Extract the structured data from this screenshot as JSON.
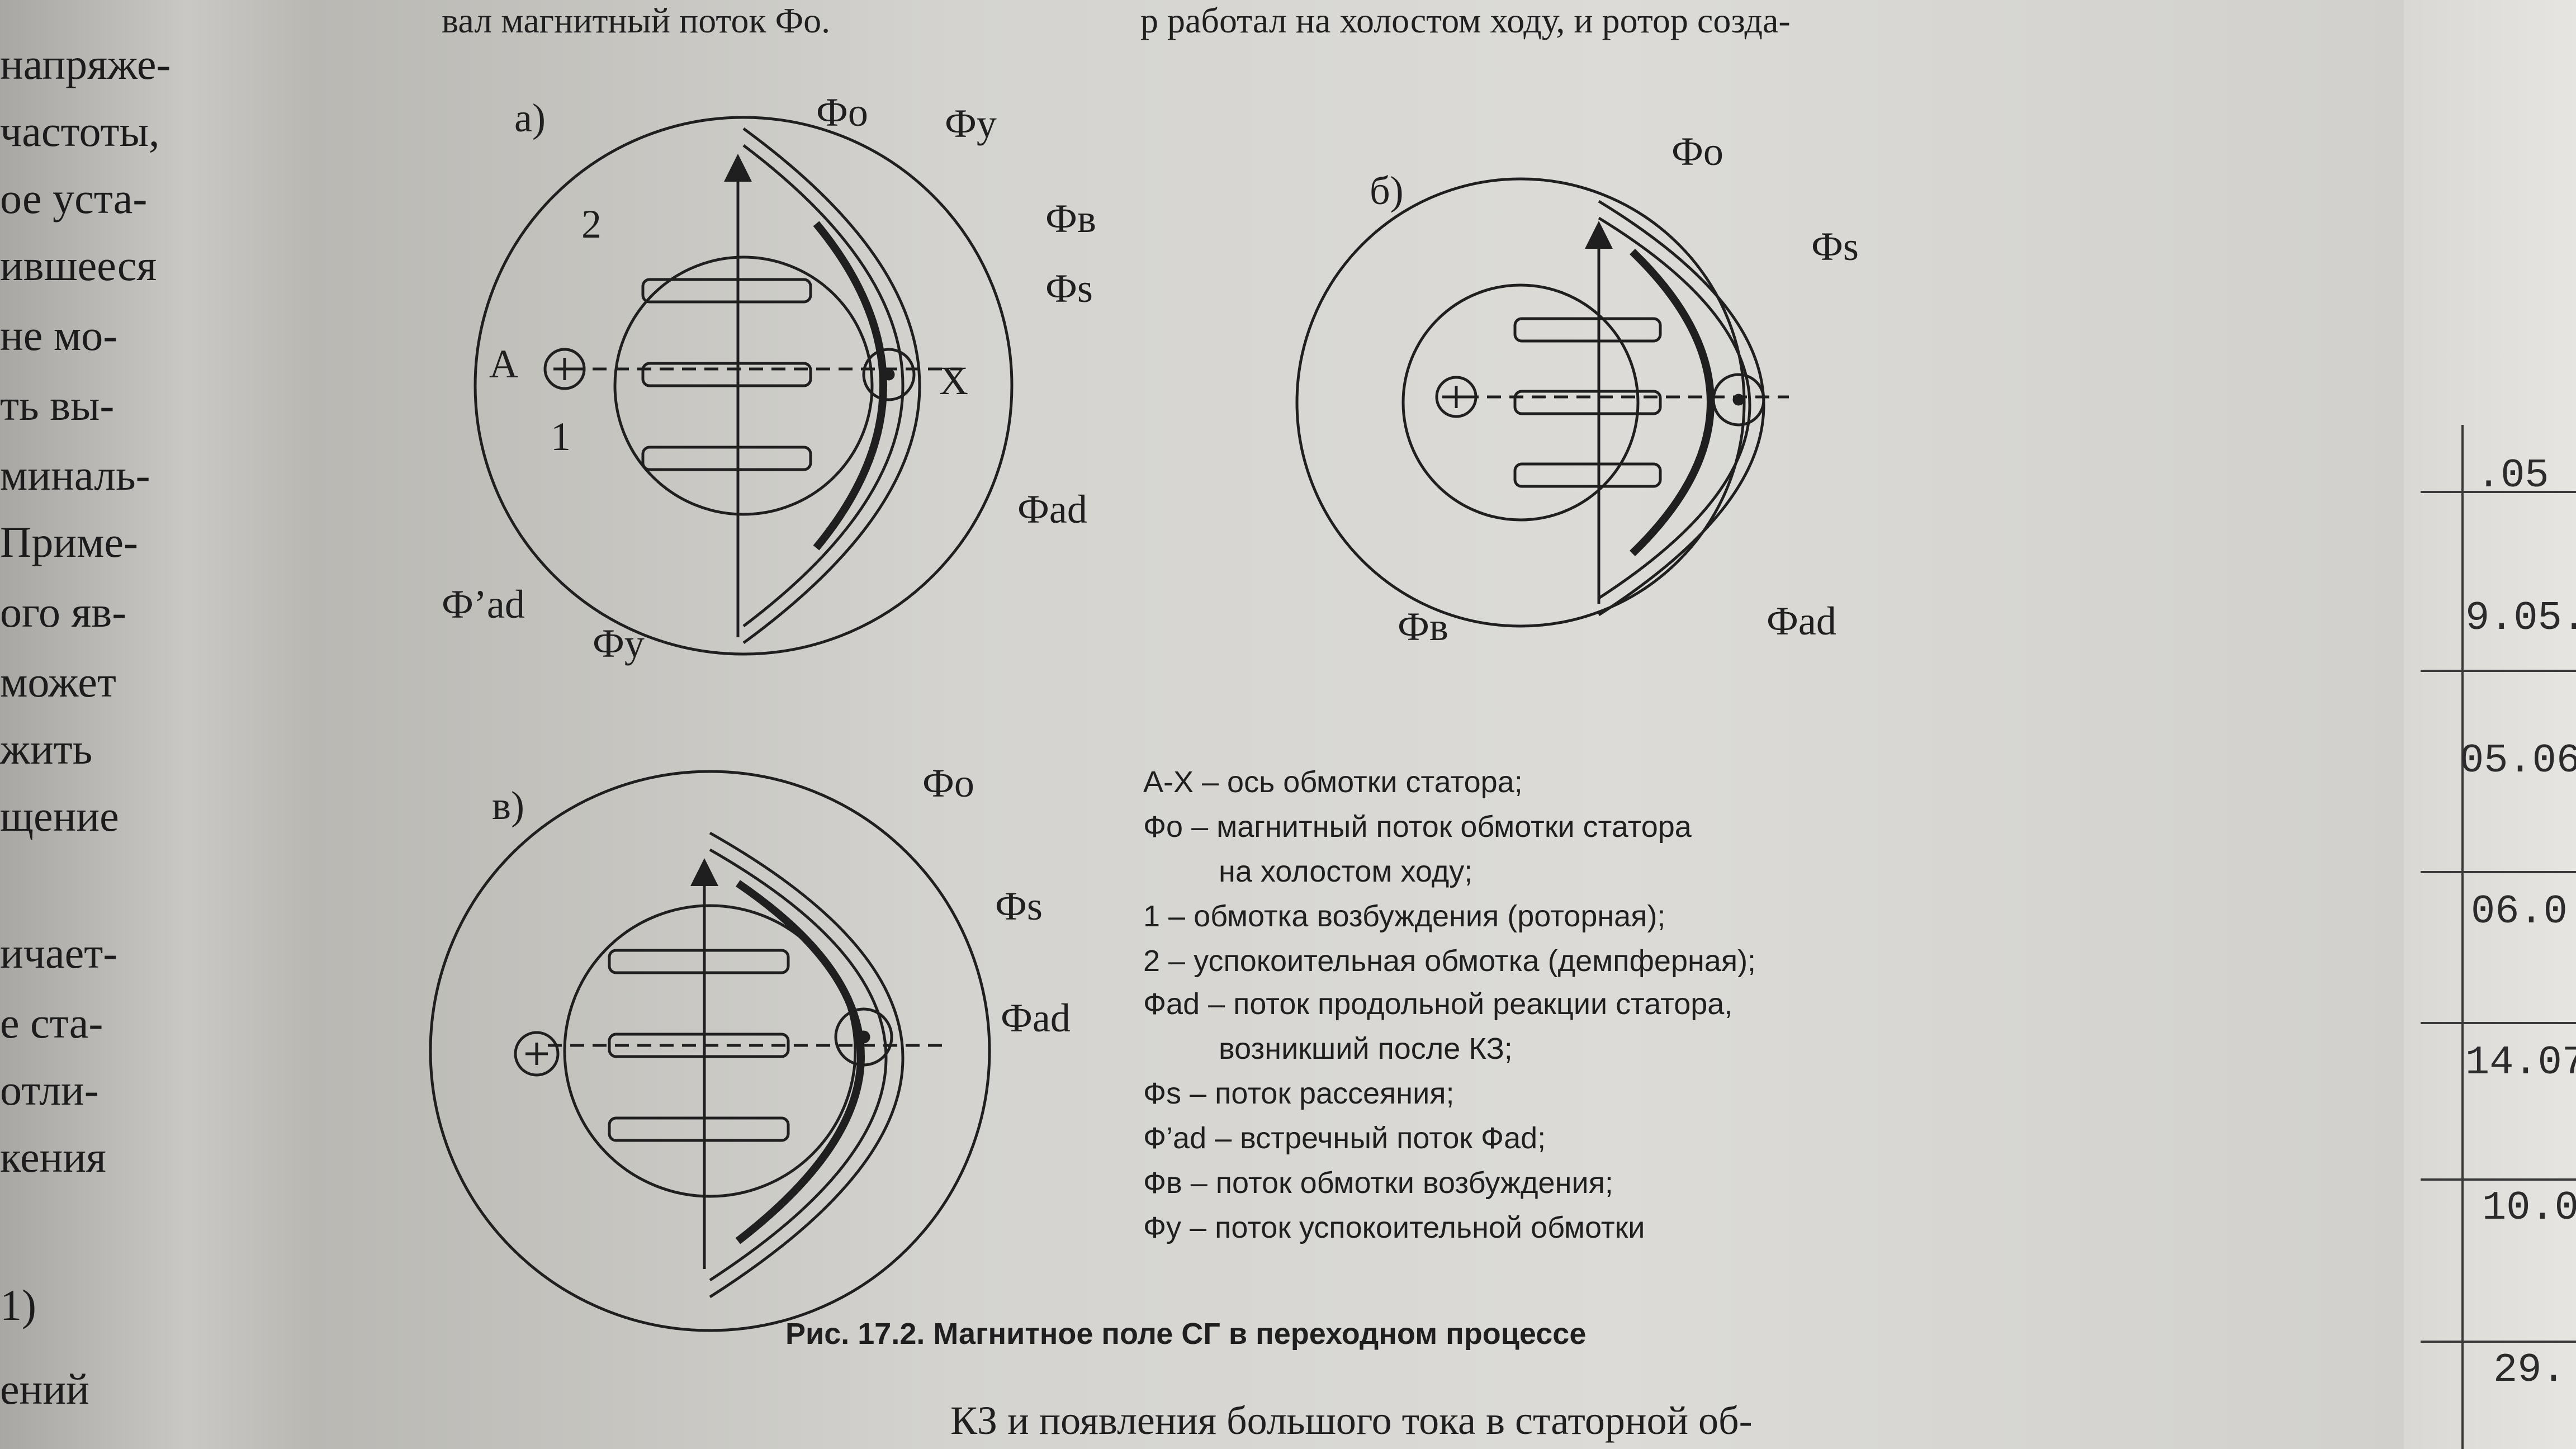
{
  "left_column": {
    "lines": [
      "напряже-",
      "частоты,",
      "ое уста-",
      "ившееся",
      "не мо-",
      "ть вы-",
      "миналь-",
      "Приме-",
      "ого яв-",
      "может",
      "жить",
      "щение",
      "",
      "ичает-",
      "е ста-",
      "отли-",
      "кения",
      "",
      "1)",
      "ений"
    ]
  },
  "top_text": {
    "left": "вал магнитный поток Фо.",
    "right": "р работал на холостом ходу, и ротор созда-"
  },
  "bottom_text": "КЗ и появления большого тока в статорной об-",
  "panel_a": {
    "label": "а)",
    "labels": [
      "Фо",
      "Фу",
      "Фв",
      "Фs",
      "Фad",
      "Ф’ad",
      "Фу",
      "2",
      "1",
      "А",
      "Х"
    ]
  },
  "panel_b": {
    "label": "б)",
    "labels": [
      "Фо",
      "Фs",
      "Фв",
      "Фad"
    ]
  },
  "panel_c": {
    "label": "в)",
    "labels": [
      "Фо",
      "Фs",
      "Фad"
    ]
  },
  "legend": [
    "А-Х – ось обмотки статора;",
    "Фо – магнитный поток обмотки статора",
    "на холостом ходу;",
    "1 – обмотка возбуждения (роторная);",
    "2 – успокоительная обмотка (демпферная);",
    "Фad – поток продольной реакции статора,",
    "возникший после КЗ;",
    "Фs – поток рассеяния;",
    "Ф’ad – встречный поток Фad;",
    "Фв – поток обмотки возбуждения;",
    "Фу – поток успокоительной обмотки"
  ],
  "caption": "Рис. 17.2. Магнитное поле СГ в переходном процессе",
  "right_table": {
    "cells": [
      ".05",
      "9.05.",
      "05.06",
      "06.0",
      "14.07",
      "10.0",
      "29."
    ]
  }
}
